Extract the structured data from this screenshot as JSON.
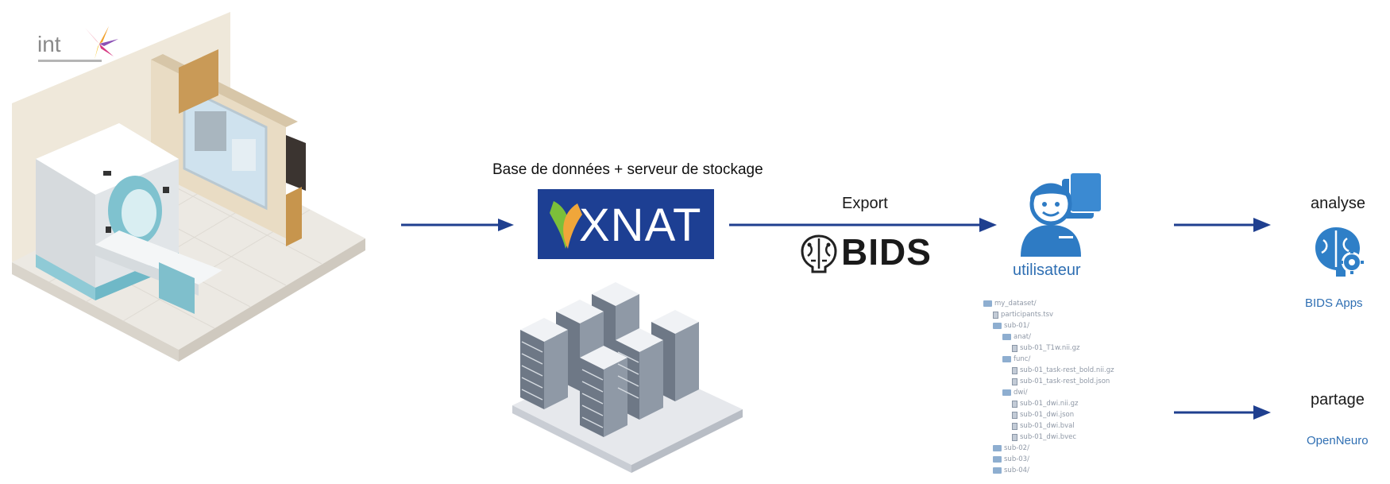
{
  "logo": {
    "text": "int"
  },
  "database": {
    "title": "Base de données + serveur de stockage",
    "xnat_label": "XNAT"
  },
  "export": {
    "label": "Export",
    "bids_label": "BIDS"
  },
  "user": {
    "label": "utilisateur"
  },
  "analysis": {
    "title": "analyse",
    "tool_label": "BIDS Apps"
  },
  "sharing": {
    "title": "partage",
    "tool_label": "OpenNeuro"
  },
  "file_tree": [
    {
      "name": "my_dataset/",
      "type": "folder",
      "level": 0
    },
    {
      "name": "participants.tsv",
      "type": "file",
      "level": 1
    },
    {
      "name": "sub-01/",
      "type": "folder",
      "level": 1
    },
    {
      "name": "anat/",
      "type": "folder",
      "level": 2
    },
    {
      "name": "sub-01_T1w.nii.gz",
      "type": "file",
      "level": 3
    },
    {
      "name": "func/",
      "type": "folder",
      "level": 2
    },
    {
      "name": "sub-01_task-rest_bold.nii.gz",
      "type": "file",
      "level": 3
    },
    {
      "name": "sub-01_task-rest_bold.json",
      "type": "file",
      "level": 3
    },
    {
      "name": "dwi/",
      "type": "folder",
      "level": 2
    },
    {
      "name": "sub-01_dwi.nii.gz",
      "type": "file",
      "level": 3
    },
    {
      "name": "sub-01_dwi.json",
      "type": "file",
      "level": 3
    },
    {
      "name": "sub-01_dwi.bval",
      "type": "file",
      "level": 3
    },
    {
      "name": "sub-01_dwi.bvec",
      "type": "file",
      "level": 3
    },
    {
      "name": "sub-02/",
      "type": "folder",
      "level": 1
    },
    {
      "name": "sub-03/",
      "type": "folder",
      "level": 1
    },
    {
      "name": "sub-04/",
      "type": "folder",
      "level": 1
    }
  ],
  "colors": {
    "arrow": "#1f3f8f",
    "xnat_bg": "#1d3f93",
    "accent_blue": "#2f6fb3"
  }
}
